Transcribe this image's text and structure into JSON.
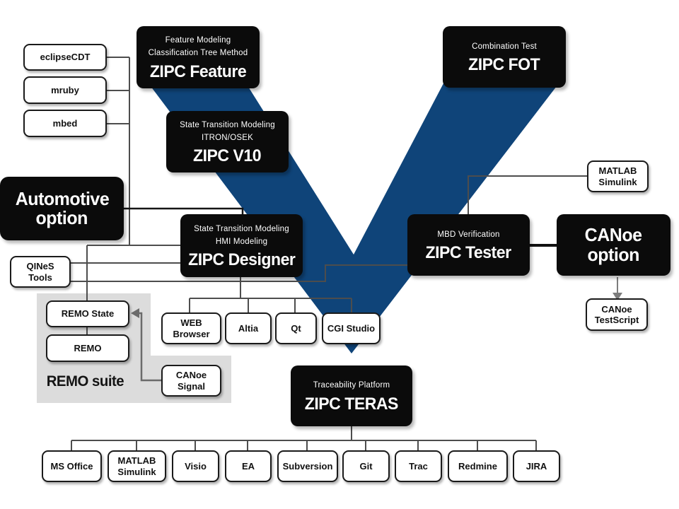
{
  "palette": {
    "v_blue": "#0f4479",
    "box_black": "#0b0b0b",
    "line_gray": "#4d4d4d",
    "line_black": "#151515",
    "arrow_gray": "#6f6f6f",
    "suite_gray": "#dcdcdc"
  },
  "nodes": {
    "zipc_feature": {
      "subtitle1": "Feature Modeling",
      "subtitle2": "Classification Tree Method",
      "title": "ZIPC Feature"
    },
    "zipc_fot": {
      "subtitle1": "Combination Test",
      "title": "ZIPC FOT"
    },
    "zipc_v10": {
      "subtitle1": "State Transition Modeling",
      "subtitle2": "ITRON/OSEK",
      "title": "ZIPC V10"
    },
    "zipc_designer": {
      "subtitle1": "State Transition Modeling",
      "subtitle2": "HMI Modeling",
      "title": "ZIPC Designer"
    },
    "zipc_tester": {
      "subtitle1": "MBD Verification",
      "title": "ZIPC Tester"
    },
    "zipc_teras": {
      "subtitle1": "Traceability Platform",
      "title": "ZIPC TERAS"
    },
    "automotive_option": {
      "line1": "Automotive",
      "line2": "option"
    },
    "canoe_option": {
      "line1": "CANoe",
      "line2": "option"
    }
  },
  "tools": {
    "eclipsecdt": "eclipseCDT",
    "mruby": "mruby",
    "mbed": "mbed",
    "qines_tools": "QINeS Tools",
    "matlab_simulink": "MATLAB Simulink",
    "canoe_testscript": "CANoe TestScript",
    "remo_state": "REMO State",
    "remo": "REMO",
    "canoe_signal": "CANoe Signal",
    "web_browser": "WEB Browser",
    "altia": "Altia",
    "qt": "Qt",
    "cgi_studio": "CGI Studio"
  },
  "remo_suite_label": "REMO suite",
  "bottom_row": [
    "MS Office",
    "MATLAB Simulink",
    "Visio",
    "EA",
    "Subversion",
    "Git",
    "Trac",
    "Redmine",
    "JIRA"
  ]
}
